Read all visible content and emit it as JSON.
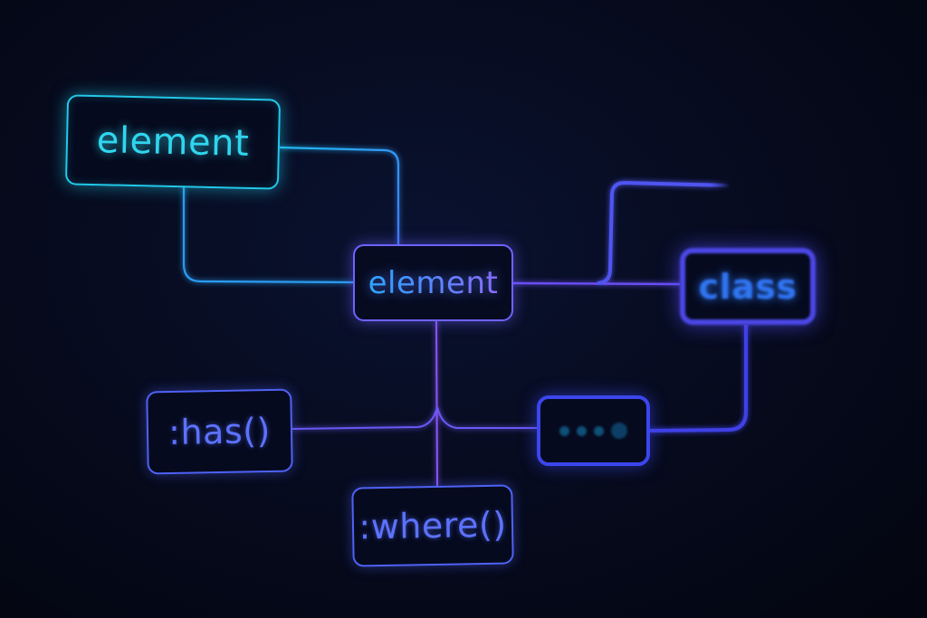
{
  "diagram": {
    "nodes": {
      "root_element": {
        "label": "element",
        "color": "#22c9ea"
      },
      "middle_element": {
        "label": "element",
        "color": "#6d63ff"
      },
      "class": {
        "label": "class",
        "color": "#4c47e8"
      },
      "has": {
        "label": ":has()",
        "color": "#4f62f5"
      },
      "where": {
        "label": ":where()",
        "color": "#4f62f5"
      },
      "more": {
        "label": "•••",
        "icon": "ellipsis-icon",
        "color": "#3b46ec"
      }
    },
    "edges": [
      {
        "from": "root_element",
        "to": "middle_element"
      },
      {
        "from": "root_element",
        "to": "middle_element",
        "route": "below"
      },
      {
        "from": "middle_element",
        "to": "class"
      },
      {
        "from": "middle_element",
        "to": "offscreen-branch"
      },
      {
        "from": "middle_element",
        "to": "has"
      },
      {
        "from": "middle_element",
        "to": "where"
      },
      {
        "from": "middle_element",
        "to": "more"
      },
      {
        "from": "class",
        "to": "more"
      }
    ]
  }
}
